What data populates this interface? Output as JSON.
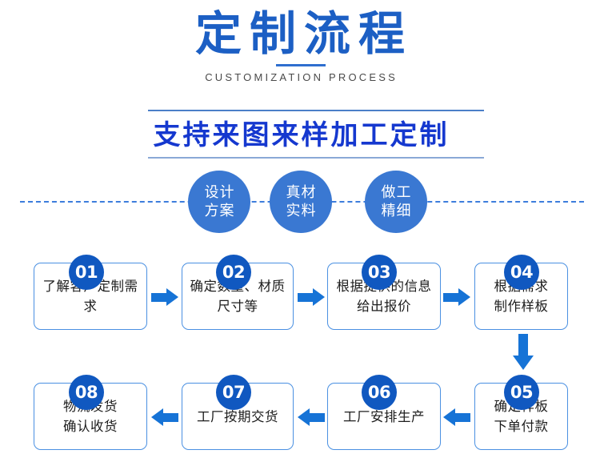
{
  "header": {
    "title": "定制流程",
    "subtitle_en": "CUSTOMIZATION PROCESS",
    "banner": "支持来图来样加工定制"
  },
  "features": [
    {
      "line1": "设计",
      "line2": "方案"
    },
    {
      "line1": "真材",
      "line2": "实料"
    },
    {
      "line1": "做工",
      "line2": "精细"
    }
  ],
  "flow": {
    "row1": [
      {
        "number": "01",
        "line1": "了解客户定制需",
        "line2": "求"
      },
      {
        "number": "02",
        "line1": "确定数量、材质",
        "line2": "尺寸等"
      },
      {
        "number": "03",
        "line1": "根据提供的信息",
        "line2": "给出报价"
      },
      {
        "number": "04",
        "line1": "根据需求",
        "line2": "制作样板"
      }
    ],
    "row2": [
      {
        "number": "08",
        "line1": "物流发货",
        "line2": "确认收货"
      },
      {
        "number": "07",
        "line1": "工厂按期交货",
        "line2": ""
      },
      {
        "number": "06",
        "line1": "工厂安排生产",
        "line2": ""
      },
      {
        "number": "05",
        "line1": "确定样板",
        "line2": "下单付款"
      }
    ]
  },
  "colors": {
    "title_blue": "#1c5fc4",
    "banner_blue": "#1538cf",
    "circle_blue": "#3a78d2",
    "badge_blue": "#1058c0",
    "arrow_blue": "#1673d6",
    "box_border": "#4a90e2",
    "subtitle_gray": "#4a4a4a"
  }
}
